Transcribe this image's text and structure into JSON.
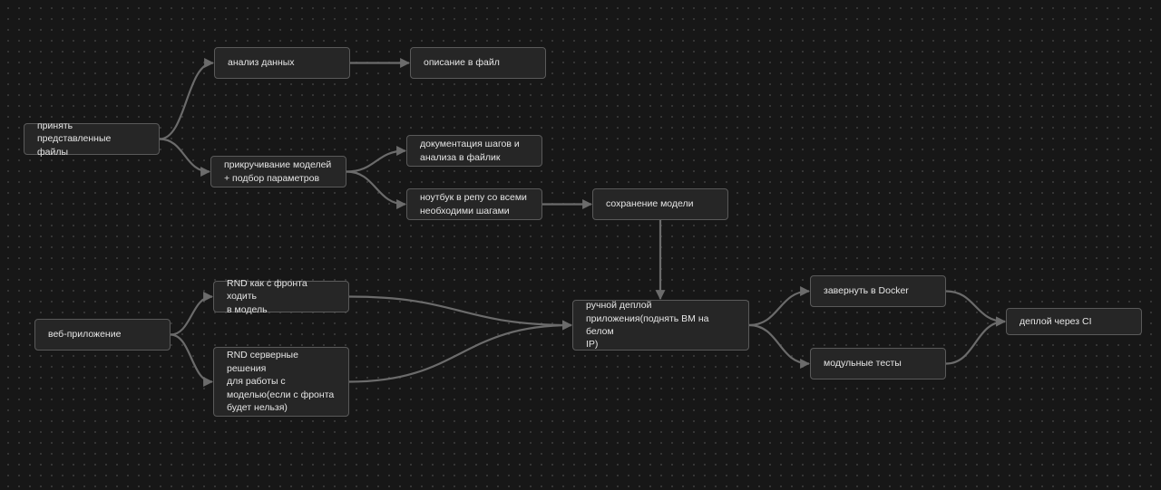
{
  "colors": {
    "background": "#171717",
    "grid_dot": "#3a3a3a",
    "node_fill": "#262626",
    "node_border": "#5a5a5a",
    "text": "#e6e6e6",
    "edge": "#6b6b6b"
  },
  "nodes": {
    "accept_files": "принять представленные\nфайлы",
    "data_analysis": "анализ данных",
    "description_to_file": "описание в файл",
    "model_fitting": "прикручивание моделей\n+ подбор параметров",
    "steps_documentation": "документация шагов и\nанализа в файлик",
    "notebook_in_repo": "ноутбук в репу со всеми\nнеобходими шагами",
    "save_model": "сохранение модели",
    "web_app": "веб-приложение",
    "rnd_frontend": "RND как с фронта ходить\nв модель",
    "rnd_server": "RND серверные решения\nдля работы с\nмоделью(если с фронта\nбудет нельзя)",
    "manual_deploy": "ручной деплой\nприложения(поднять ВМ на белом\nIP)",
    "wrap_docker": "завернуть в Docker",
    "unit_tests": "модульные тесты",
    "ci_deploy": "деплой через CI"
  },
  "edges": [
    {
      "from": "accept_files",
      "to": "data_analysis"
    },
    {
      "from": "accept_files",
      "to": "model_fitting"
    },
    {
      "from": "data_analysis",
      "to": "description_to_file"
    },
    {
      "from": "model_fitting",
      "to": "steps_documentation"
    },
    {
      "from": "model_fitting",
      "to": "notebook_in_repo"
    },
    {
      "from": "notebook_in_repo",
      "to": "save_model"
    },
    {
      "from": "save_model",
      "to": "manual_deploy"
    },
    {
      "from": "web_app",
      "to": "rnd_frontend"
    },
    {
      "from": "web_app",
      "to": "rnd_server"
    },
    {
      "from": "rnd_frontend",
      "to": "manual_deploy"
    },
    {
      "from": "rnd_server",
      "to": "manual_deploy"
    },
    {
      "from": "manual_deploy",
      "to": "wrap_docker"
    },
    {
      "from": "manual_deploy",
      "to": "unit_tests"
    },
    {
      "from": "wrap_docker",
      "to": "ci_deploy"
    },
    {
      "from": "unit_tests",
      "to": "ci_deploy"
    }
  ]
}
